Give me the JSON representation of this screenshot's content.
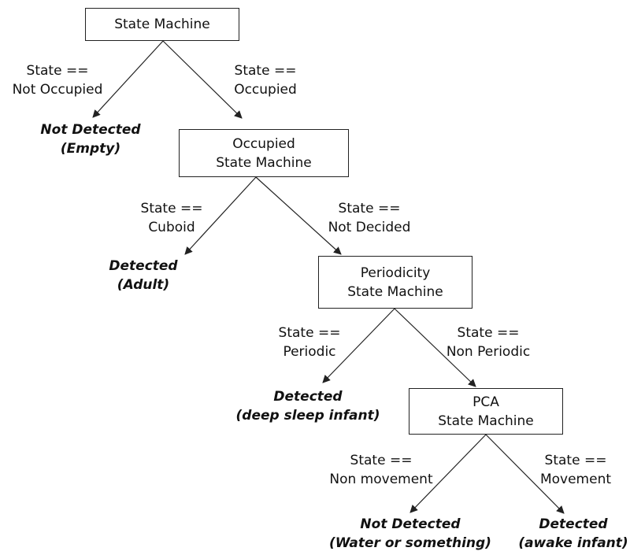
{
  "nodes": {
    "root": {
      "line1": "State Machine"
    },
    "occupied": {
      "line1": "Occupied",
      "line2": "State Machine"
    },
    "periodicity": {
      "line1": "Periodicity",
      "line2": "State Machine"
    },
    "pca": {
      "line1": "PCA",
      "line2": "State Machine"
    }
  },
  "conditions": {
    "not_occupied": {
      "line1": "State ==",
      "line2": "Not Occupied"
    },
    "occupied": {
      "line1": "State ==",
      "line2": "Occupied"
    },
    "cuboid": {
      "line1": "State ==",
      "line2": "Cuboid"
    },
    "not_decided": {
      "line1": "State ==",
      "line2": "Not Decided"
    },
    "periodic": {
      "line1": "State ==",
      "line2": "Periodic"
    },
    "non_periodic": {
      "line1": "State ==",
      "line2": "Non Periodic"
    },
    "non_movement": {
      "line1": "State ==",
      "line2": "Non movement"
    },
    "movement": {
      "line1": "State ==",
      "line2": "Movement"
    }
  },
  "results": {
    "empty": {
      "line1": "Not Detected",
      "line2": "(Empty)"
    },
    "adult": {
      "line1": "Detected",
      "line2": "(Adult)"
    },
    "deep_sleep": {
      "line1": "Detected",
      "line2": "(deep sleep infant)"
    },
    "water": {
      "line1": "Not Detected",
      "line2": "(Water or something)"
    },
    "awake": {
      "line1": "Detected",
      "line2": "(awake infant)"
    }
  }
}
